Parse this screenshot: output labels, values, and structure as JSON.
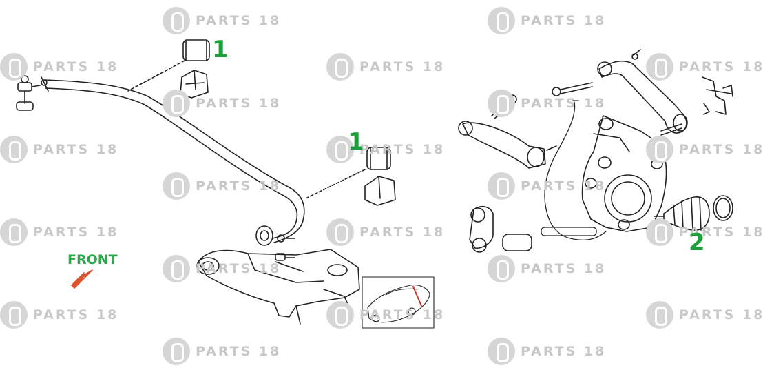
{
  "watermark": {
    "text": "PARTS 18"
  },
  "callouts": {
    "part_1": "1",
    "part_2": "2"
  },
  "front_label": {
    "text": "FRONT"
  },
  "colors": {
    "callout": "#1e9e3a",
    "front_arrow": "#d9532c",
    "watermark": "#c8c8c8",
    "lines": "#222222"
  }
}
